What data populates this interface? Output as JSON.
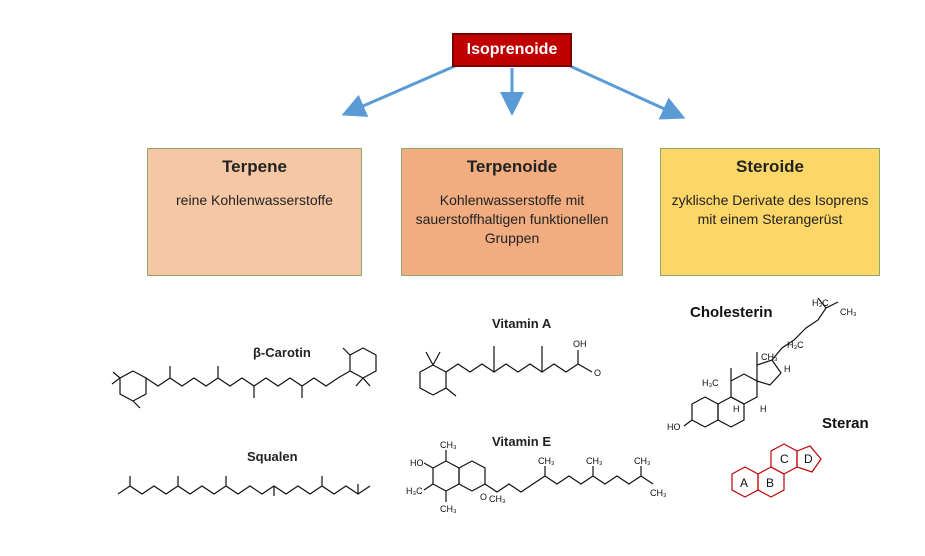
{
  "root": {
    "label": "Isoprenoide"
  },
  "categories": [
    {
      "title": "Terpene",
      "description": "reine Kohlenwasserstoffe"
    },
    {
      "title": "Terpenoide",
      "description": "Kohlenwasserstoffe mit sauerstoffhaltigen funktionellen Gruppen"
    },
    {
      "title": "Steroide",
      "description": "zyklische Derivate des Isoprens mit einem Sterangerüst"
    }
  ],
  "molecules": {
    "carotin": "β-Carotin",
    "squalen": "Squalen",
    "vitamin_a": "Vitamin A",
    "vitamin_e": "Vitamin E",
    "cholesterin": "Cholesterin",
    "steran": "Steran"
  },
  "steran_rings": [
    "A",
    "B",
    "C",
    "D"
  ],
  "colors": {
    "root": "#c00000",
    "terpene": "#f6c7a4",
    "terpenoide": "#f1ac80",
    "steroide": "#fcd666",
    "arrow": "#5b9bd5"
  }
}
